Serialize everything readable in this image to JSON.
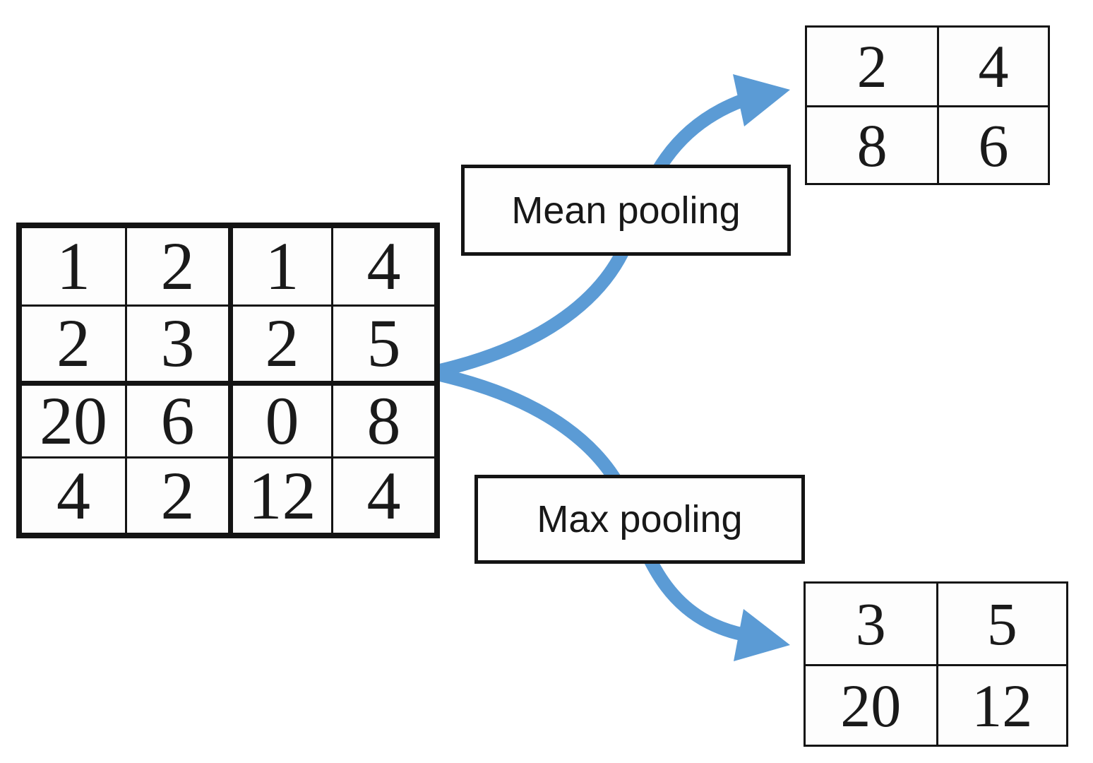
{
  "diagram": {
    "input_matrix": {
      "rows": [
        [
          "1",
          "2",
          "1",
          "4"
        ],
        [
          "2",
          "3",
          "2",
          "5"
        ],
        [
          "20",
          "6",
          "0",
          "8"
        ],
        [
          "4",
          "2",
          "12",
          "4"
        ]
      ]
    },
    "mean_pooling": {
      "label": "Mean pooling",
      "result": {
        "rows": [
          [
            "2",
            "4"
          ],
          [
            "8",
            "6"
          ]
        ]
      }
    },
    "max_pooling": {
      "label": "Max pooling",
      "result": {
        "rows": [
          [
            "3",
            "5"
          ],
          [
            "20",
            "12"
          ]
        ]
      }
    },
    "colors": {
      "arrow_blue": "#5B9BD5",
      "line_black": "#141414",
      "background": "#FFFFFF"
    }
  }
}
